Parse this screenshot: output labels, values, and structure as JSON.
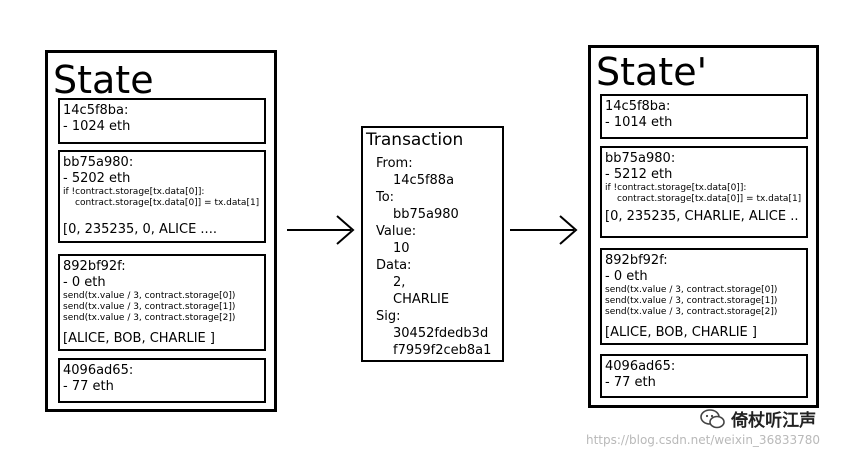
{
  "left_state": {
    "title": "State",
    "accounts": [
      {
        "lines": [
          "14c5f8ba:",
          "- 1024 eth"
        ]
      },
      {
        "lines": [
          "bb75a980:",
          "- 5202 eth"
        ],
        "code": [
          "if !contract.storage[tx.data[0]]:",
          "contract.storage[tx.data[0]] = tx.data[1]"
        ],
        "storage": "[0, 235235, 0, ALICE ...."
      },
      {
        "lines": [
          "892bf92f:",
          "- 0 eth"
        ],
        "code": [
          "send(tx.value / 3, contract.storage[0])",
          "send(tx.value / 3, contract.storage[1])",
          "send(tx.value / 3, contract.storage[2])"
        ],
        "storage": "[ALICE, BOB, CHARLIE ]"
      },
      {
        "lines": [
          "4096ad65:",
          "- 77 eth"
        ]
      }
    ]
  },
  "transaction": {
    "title": "Transaction",
    "from_label": "From:",
    "from_value": "14c5f88a",
    "to_label": "To:",
    "to_value": "bb75a980",
    "value_label": "Value:",
    "value_value": "10",
    "data_label": "Data:",
    "data_values": [
      "2,",
      "CHARLIE"
    ],
    "sig_label": "Sig:",
    "sig_values": [
      "30452fdedb3d",
      "f7959f2ceb8a1"
    ]
  },
  "right_state": {
    "title": "State'",
    "accounts": [
      {
        "lines": [
          "14c5f8ba:",
          "- 1014 eth"
        ]
      },
      {
        "lines": [
          "bb75a980:",
          "- 5212 eth"
        ],
        "code": [
          "if !contract.storage[tx.data[0]]:",
          "contract.storage[tx.data[0]] = tx.data[1]"
        ],
        "storage": "[0, 235235, CHARLIE, ALICE .."
      },
      {
        "lines": [
          "892bf92f:",
          "- 0 eth"
        ],
        "code": [
          "send(tx.value / 3, contract.storage[0])",
          "send(tx.value / 3, contract.storage[1])",
          "send(tx.value / 3, contract.storage[2])"
        ],
        "storage": "[ALICE, BOB, CHARLIE ]"
      },
      {
        "lines": [
          "4096ad65:",
          "- 77 eth"
        ]
      }
    ]
  },
  "watermark": {
    "name": "倚杖听江声",
    "url": "https://blog.csdn.net/weixin_36833780"
  }
}
